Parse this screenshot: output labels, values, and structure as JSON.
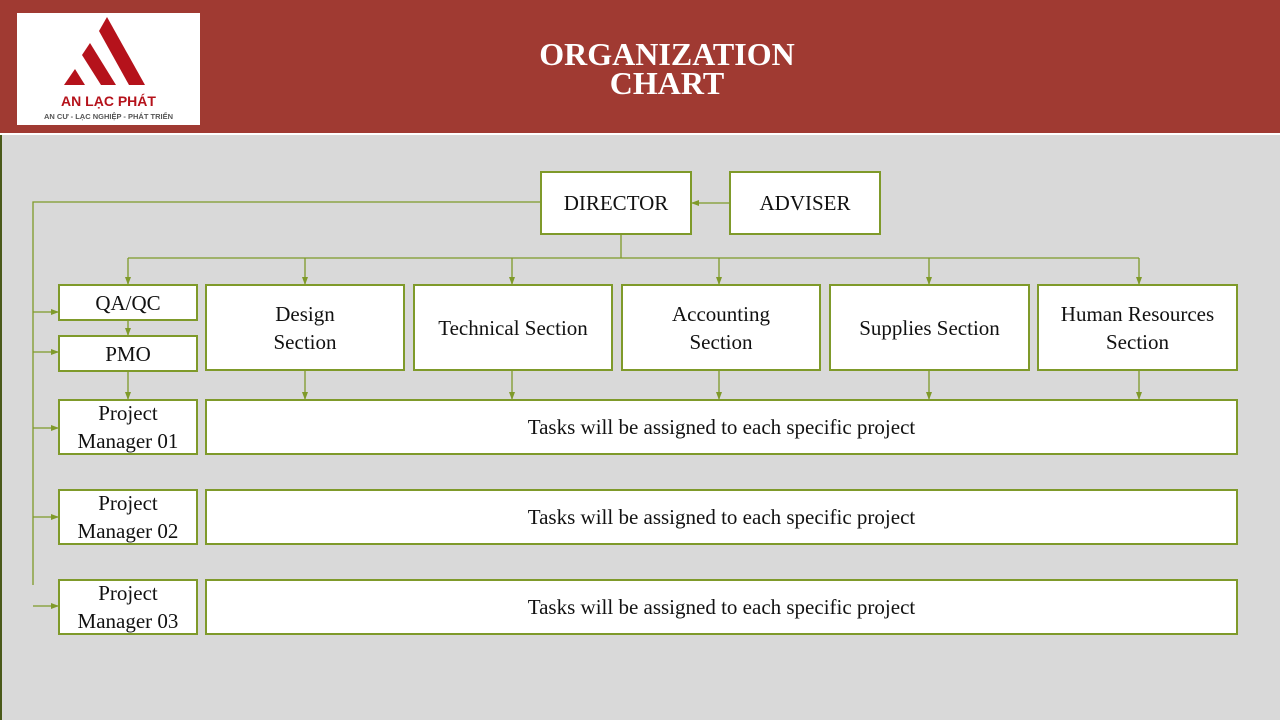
{
  "header": {
    "title_line1": "ORGANIZATION",
    "title_line2": "CHART",
    "logo_brand": "AN LẠC PHÁT",
    "logo_tagline": "AN CƯ - LẠC NGHIỆP - PHÁT TRIỂN"
  },
  "nodes": {
    "director": "DIRECTOR",
    "adviser": "ADVISER",
    "qaqc": "QA/QC",
    "pmo": "PMO",
    "sections": [
      "Design Section",
      "Technical Section",
      "Accounting Section",
      "Supplies Section",
      "Human Resources Section"
    ],
    "project_managers": [
      "Project Manager 01",
      "Project Manager 02",
      "Project Manager 03"
    ],
    "tasks": [
      "Tasks will be assigned to each specific project",
      "Tasks will be assigned to each specific project",
      "Tasks will be assigned to each specific project"
    ]
  },
  "colors": {
    "header": "#a03a32",
    "line": "#7f9a2a",
    "background": "#d9d9d9"
  }
}
